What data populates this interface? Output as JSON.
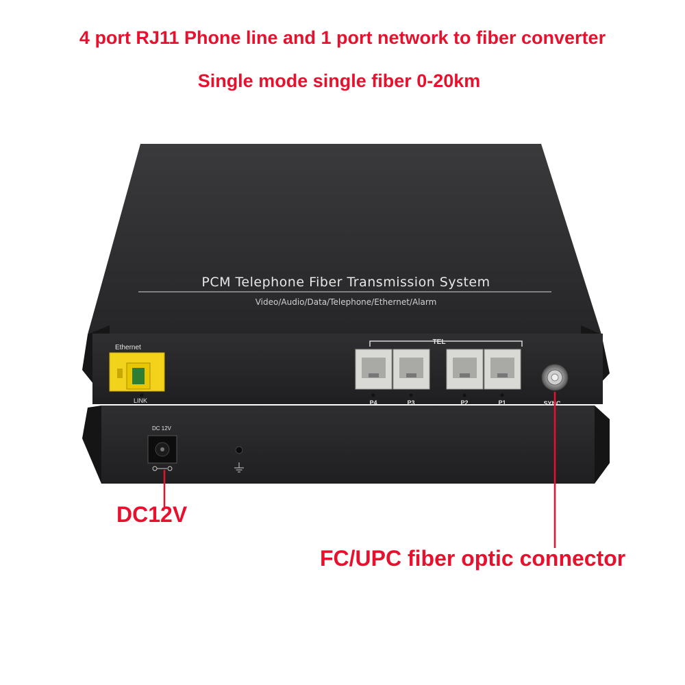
{
  "headline": {
    "line1": "4 port RJ11 Phone line and 1 port network to fiber converter",
    "line2": "Single mode single fiber 0-20km"
  },
  "device": {
    "title": "PCM Telephone Fiber Transmission System",
    "subtitle": "Video/Audio/Data/Telephone/Ethernet/Alarm",
    "ethernet_label": "Ethernet",
    "link_label": "LINK",
    "tel_label": "TEL",
    "ports": [
      "P4",
      "P3",
      "P2",
      "P1"
    ],
    "sync_label": "SYNC",
    "dc_small_label": "DC 12V",
    "colors": {
      "body": "#2b2b2d",
      "body_dark": "#1c1c1e",
      "ethernet_port": "#f2d21a",
      "rj11": "#d9d9d6",
      "accent_red": "#e8112d"
    }
  },
  "callouts": {
    "power": "DC12V",
    "fiber": "FC/UPC fiber optic connector"
  }
}
